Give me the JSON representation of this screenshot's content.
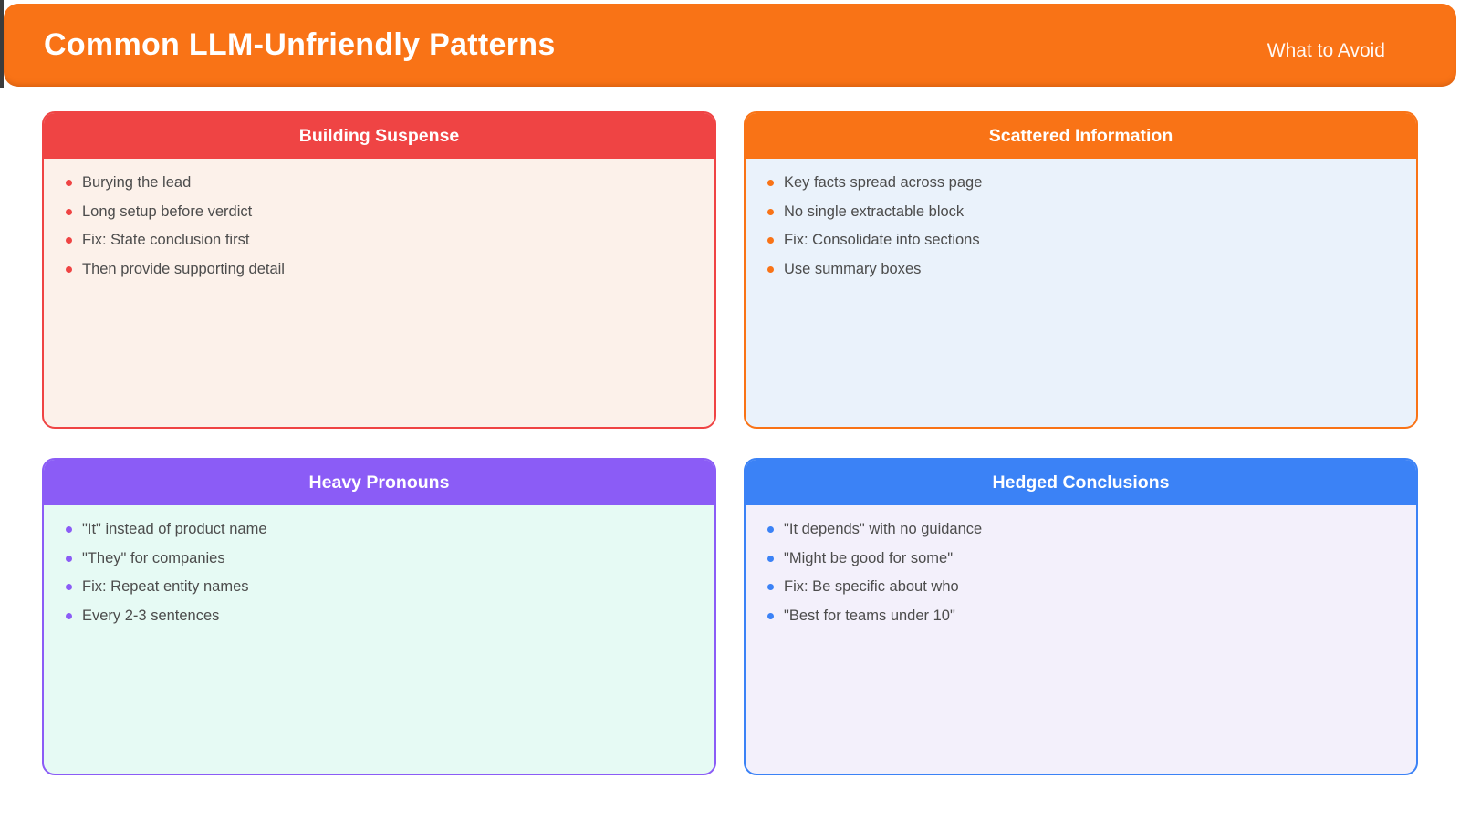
{
  "banner": {
    "title": "Common LLM-Unfriendly Patterns",
    "subtitle": "What to Avoid",
    "color": "#F97316"
  },
  "text_color": "#4C4C4C",
  "cards": [
    {
      "title": "Building Suspense",
      "header_color": "#EF4444",
      "body_color": "#FCF1EA",
      "bullet_color": "#EF4444",
      "items": [
        "Burying the lead",
        "Long setup before verdict",
        "Fix: State conclusion first",
        "Then provide supporting detail"
      ]
    },
    {
      "title": "Scattered Information",
      "header_color": "#F97316",
      "body_color": "#EAF2FB",
      "bullet_color": "#F97316",
      "items": [
        "Key facts spread across page",
        "No single extractable block",
        "Fix: Consolidate into sections",
        "Use summary boxes"
      ]
    },
    {
      "title": "Heavy Pronouns",
      "header_color": "#8B5CF6",
      "body_color": "#E6FAF4",
      "bullet_color": "#8B5CF6",
      "items": [
        "\"It\" instead of product name",
        "\"They\" for companies",
        "Fix: Repeat entity names",
        "Every 2-3 sentences"
      ]
    },
    {
      "title": "Hedged Conclusions",
      "header_color": "#3B82F6",
      "body_color": "#F3F0FB",
      "bullet_color": "#3B82F6",
      "items": [
        "\"It depends\" with no guidance",
        "\"Might be good for some\"",
        "Fix: Be specific about who",
        "\"Best for teams under 10\""
      ]
    }
  ]
}
